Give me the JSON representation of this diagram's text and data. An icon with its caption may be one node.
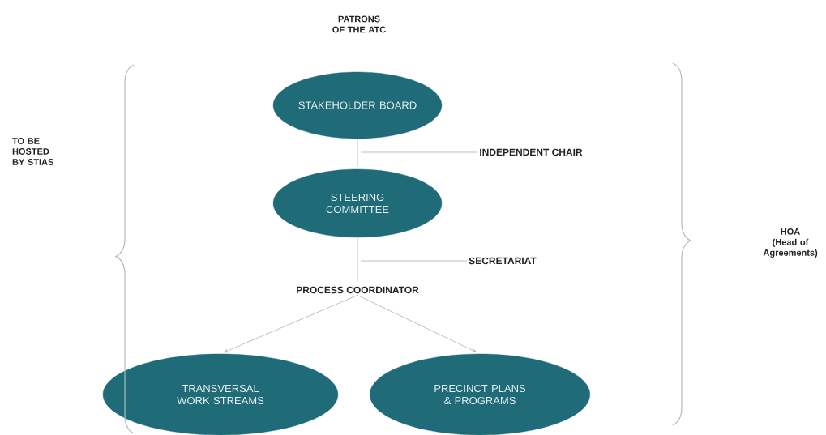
{
  "diagram": {
    "nodes": [
      {
        "text": [
          "STAKEHOLDER BOARD"
        ]
      },
      {
        "text": [
          "INDEPENDENT CHAIR"
        ]
      },
      {
        "text": [
          "STEERING COMMITTEE"
        ]
      },
      {
        "text": [
          "SECRETARIAT"
        ]
      },
      {
        "text": [
          "PROCESS COORDINATOR"
        ]
      },
      {
        "text": [
          "TRANSVERSAL WORK STREAMS"
        ]
      },
      {
        "text": [
          "PRECINCT PLANS & PROGRAMS"
        ]
      }
    ],
    "edges": [
      {
        "from": 0,
        "to": 2,
        "arrow": "none"
      },
      {
        "from": 2,
        "to": 4,
        "arrow": "none"
      },
      {
        "from": 4,
        "to": 5,
        "arrow": "to"
      },
      {
        "from": 4,
        "to": 6,
        "arrow": "to"
      },
      {
        "from": 1,
        "to": null,
        "arrow": "none"
      },
      {
        "from": 3,
        "to": null,
        "arrow": "none"
      }
    ],
    "labels": [
      "PATRONS OF THE ATC",
      "TO BE HOSTED BY STIAS",
      "HOA (Head of Agreements)"
    ]
  }
}
